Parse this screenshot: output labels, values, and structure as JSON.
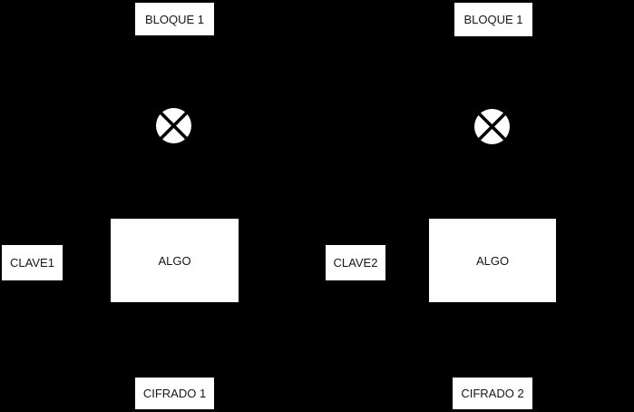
{
  "diagram": {
    "background_color": "#000000",
    "node_fill_color": "#ffffff",
    "node_text_color": "#161616",
    "xor_stroke_color": "#000000",
    "columns": [
      {
        "block_label": "BLOQUE 1",
        "xor_symbol": "xor-circle",
        "key_label": "CLAVE1",
        "algo_label": "ALGO",
        "output_label": "CIFRADO 1"
      },
      {
        "block_label": "BLOQUE 1",
        "xor_symbol": "xor-circle",
        "key_label": "CLAVE2",
        "algo_label": "ALGO",
        "output_label": "CIFRADO 2"
      }
    ]
  }
}
